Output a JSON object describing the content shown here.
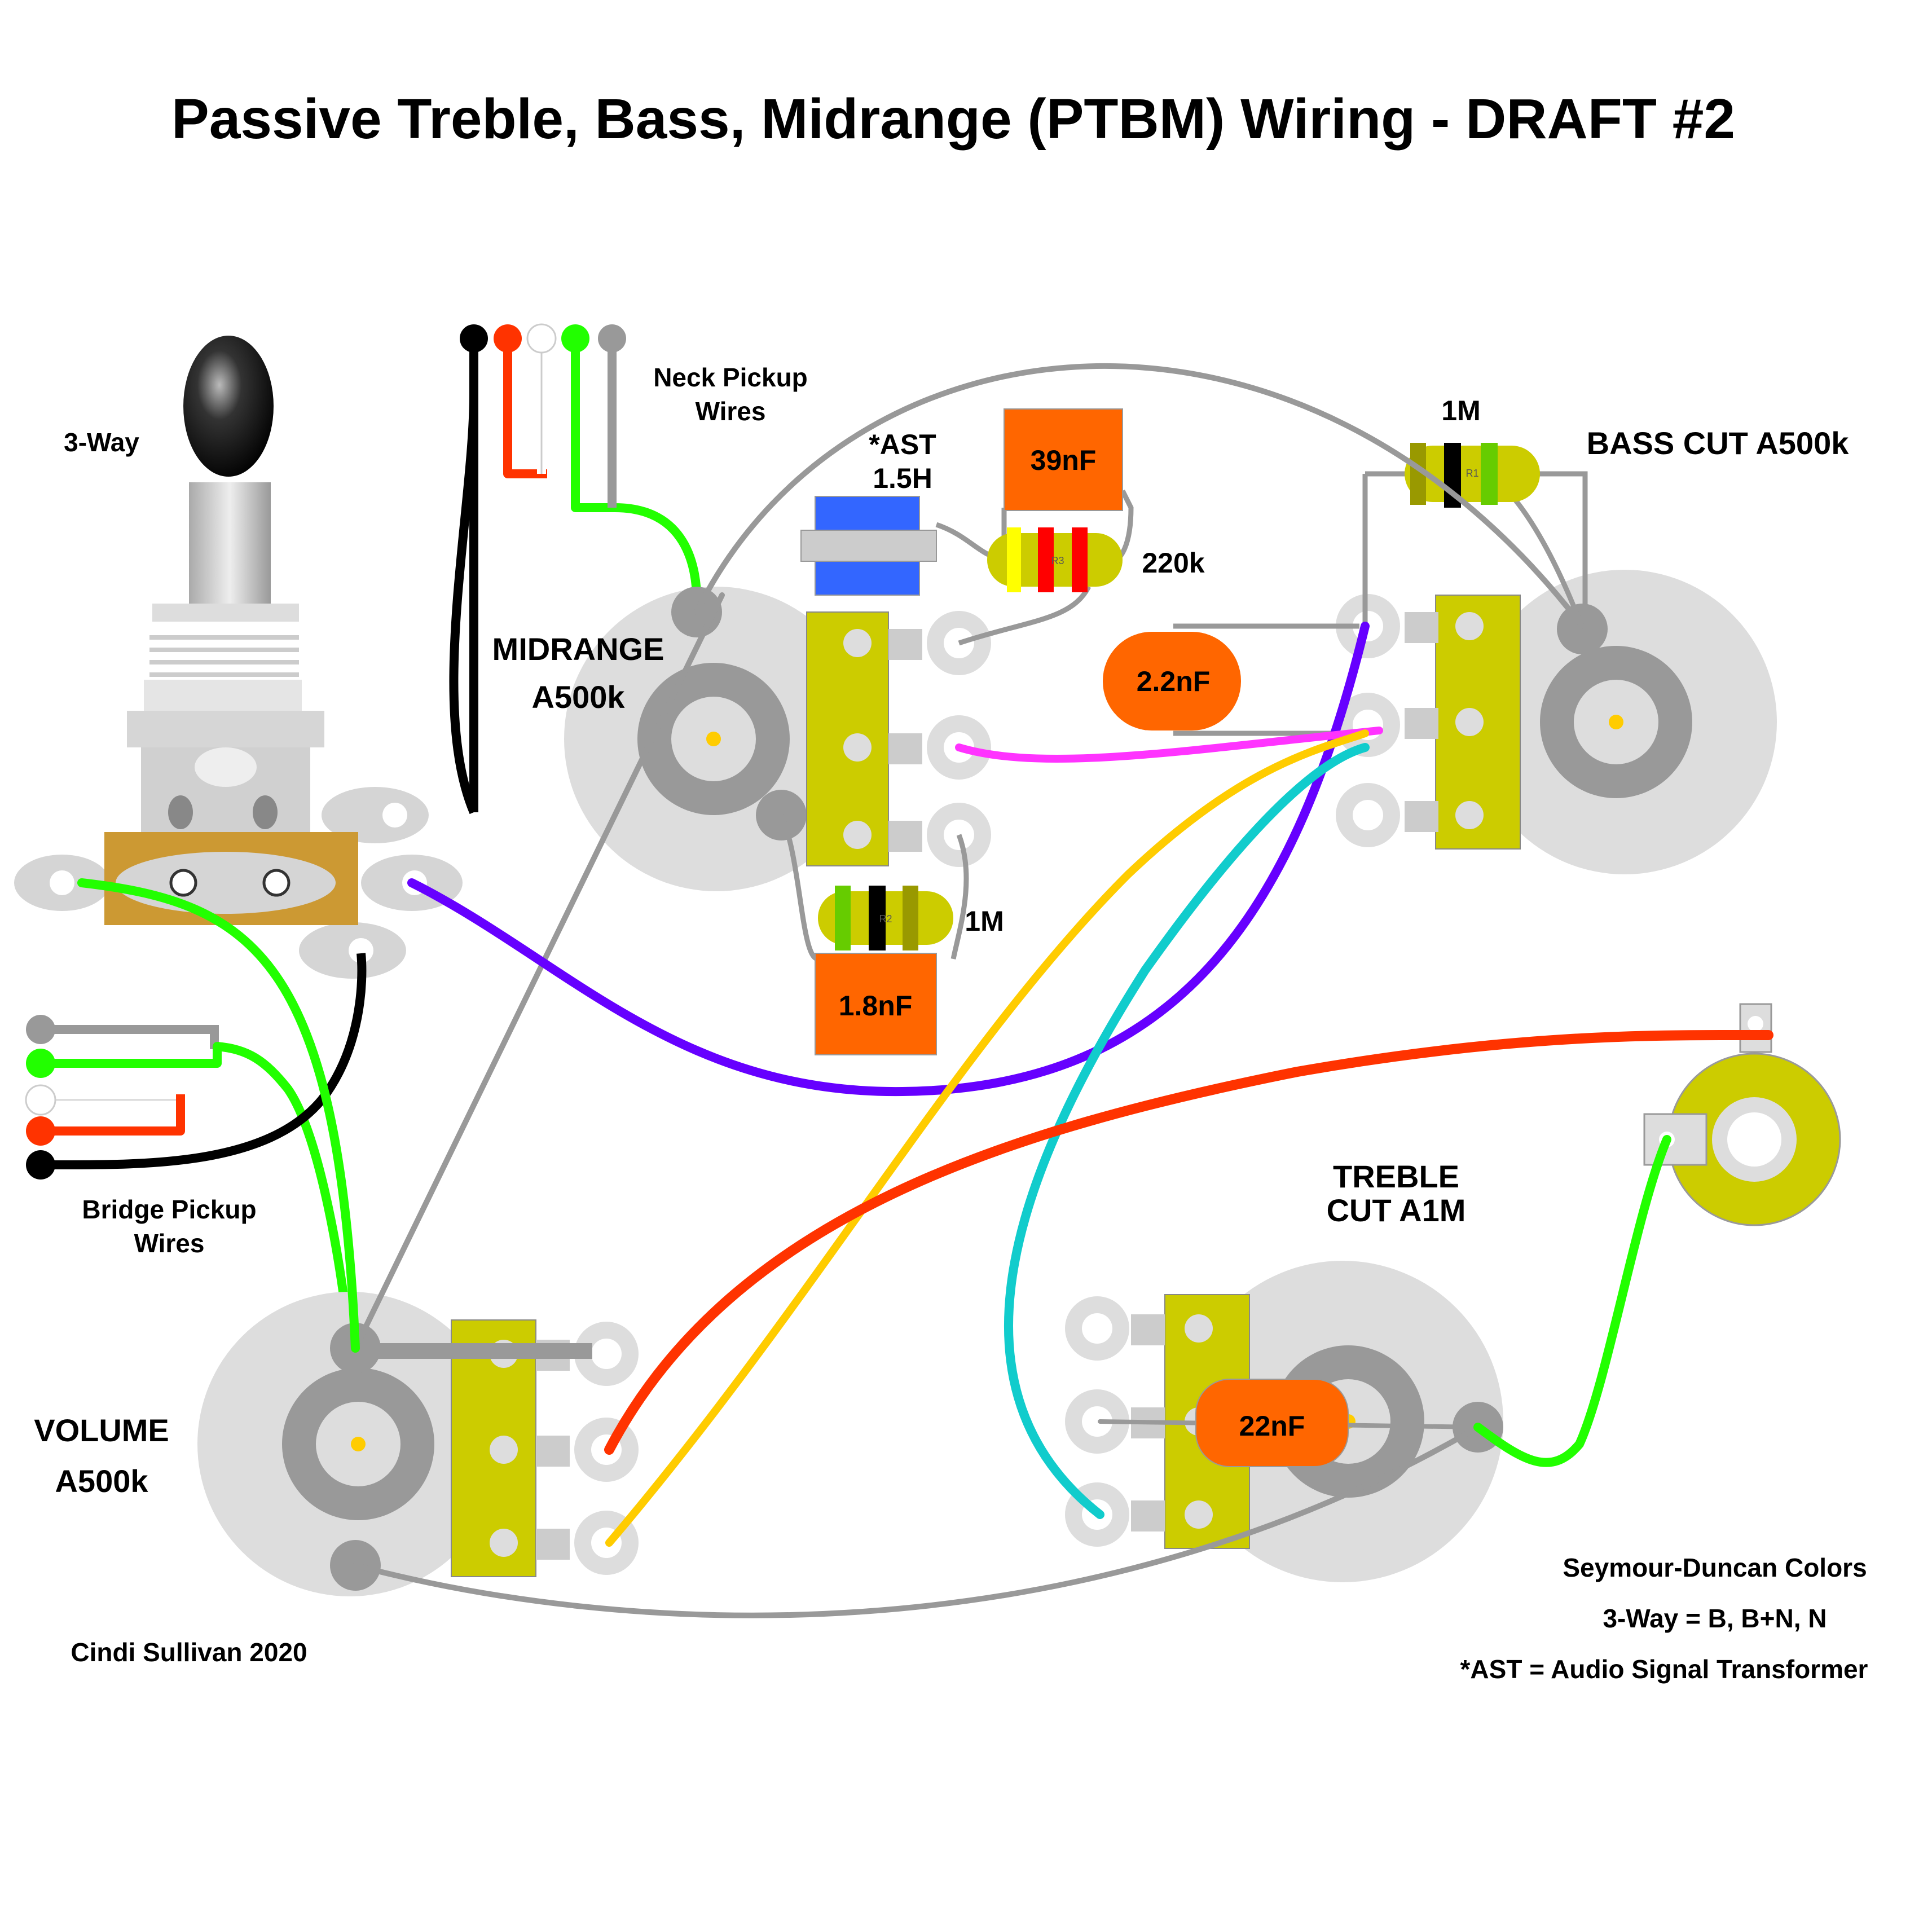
{
  "title": "Passive Treble, Bass, Midrange (PTBM) Wiring - DRAFT #2",
  "labels": {
    "three_way": "3-Way",
    "neck_pickup_line1": "Neck Pickup",
    "neck_pickup_line2": "Wires",
    "bridge_pickup_line1": "Bridge Pickup",
    "bridge_pickup_line2": "Wires",
    "ast_line1": "*AST",
    "ast_line2": "1.5H",
    "midrange_line1": "MIDRANGE",
    "midrange_line2": "A500k",
    "bass_cut": "BASS CUT A500k",
    "treble_line1": "TREBLE",
    "treble_line2": "CUT A1M",
    "volume_line1": "VOLUME",
    "volume_line2": "A500k",
    "credit": "Cindi Sullivan 2020",
    "note_line1": "Seymour-Duncan Colors",
    "note_line2": "3-Way = B, B+N, N",
    "note_line3": "*AST = Audio Signal Transformer"
  },
  "components": {
    "cap_39nF": "39nF",
    "cap_2_2nF": "2.2nF",
    "cap_1_8nF": "1.8nF",
    "cap_22nF": "22nF",
    "res_220k": "220k",
    "res_1M_bass": "1M",
    "res_1M_mid": "1M",
    "res_r1_marking": "R1",
    "res_r2_marking": "R2",
    "res_r3_marking": "R3"
  },
  "wire_colors": {
    "black": "#000000",
    "red": "#ff3300",
    "white": "#ffffff",
    "green": "#22ff00",
    "gray": "#999999",
    "purple": "#6600ff",
    "pink": "#ff33ff",
    "yellow": "#ffcc00",
    "cyan": "#11cccc"
  },
  "part_colors": {
    "pot_body": "#dddddd",
    "pot_ring": "#999999",
    "pot_center": "#ffcc00",
    "lug_plate": "#cccc00",
    "capacitor": "#ff6600",
    "resistor_body": "#cccc00",
    "transformer": "#3366ff",
    "switch_plate": "#cc9933"
  }
}
